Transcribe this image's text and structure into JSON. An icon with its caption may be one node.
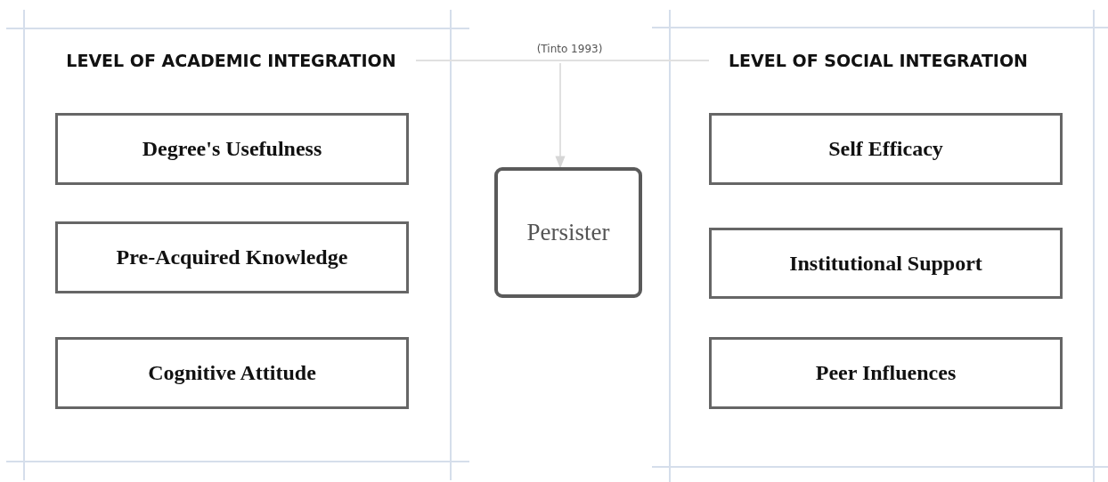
{
  "diagram": {
    "nodes": [
      {
        "text": [
          "LEVEL OF ACADEMIC INTEGRATION"
        ]
      },
      {
        "text": [
          "Degree's Usefulness"
        ]
      },
      {
        "text": [
          "Pre-Acquired Knowledge"
        ]
      },
      {
        "text": [
          "Cognitive Attitude"
        ]
      },
      {
        "text": [
          "Persister"
        ]
      },
      {
        "text": [
          "LEVEL OF SOCIAL INTEGRATION"
        ]
      },
      {
        "text": [
          "Self Efficacy"
        ]
      },
      {
        "text": [
          "Institutional Support"
        ]
      },
      {
        "text": [
          "Peer Influences"
        ]
      }
    ],
    "edges": [
      {
        "from": 0,
        "to": 5,
        "arrow": "none",
        "label": "(Tinto 1993)"
      },
      {
        "from": null,
        "to": 4,
        "arrow": "to"
      }
    ]
  }
}
